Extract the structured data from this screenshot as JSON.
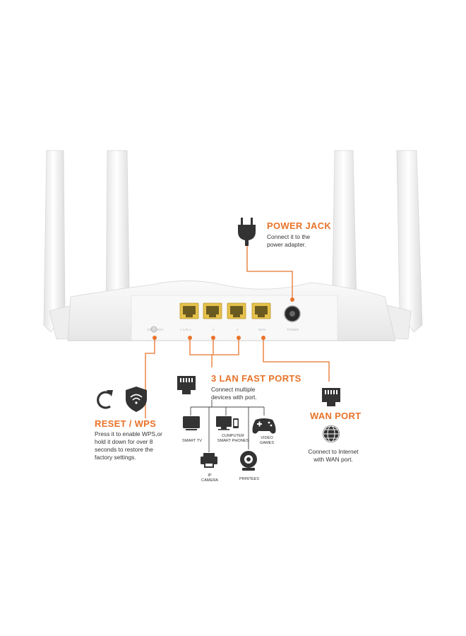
{
  "colors": {
    "accent": "#e8732a",
    "port_yellow": "#e6c24a",
    "icon_dark": "#333333",
    "router_white": "#f4f4f4"
  },
  "power_jack": {
    "title": "POWER JACK",
    "description": "Connect it to the power adapter.",
    "icon": "power-plug-icon",
    "port_tag": "POWER"
  },
  "reset_wps": {
    "title": "RESET / WPS",
    "description": "Press it to enable WPS,or hold it down for over 8 seconds to restore the factory settings.",
    "icons": [
      "reset-arrow-icon",
      "wifi-shield-icon"
    ],
    "port_tag": "WPS / RST"
  },
  "lan": {
    "title": "3 LAN FAST PORTS",
    "description": "Connect multiple devices with port.",
    "icon": "ethernet-port-icon",
    "port_tags": [
      "1 LAN 1",
      "2",
      "3"
    ],
    "devices": [
      {
        "name": "SMART TV",
        "icon": "smart-tv-icon"
      },
      {
        "name": "CUMPUTER SMART PHONES",
        "icon": "computer-phone-icon"
      },
      {
        "name": "VIDEO GAMES",
        "icon": "gamepad-icon"
      },
      {
        "name": "IP CAMERA",
        "icon": "ip-camera-icon"
      },
      {
        "name": "PRINTEES",
        "icon": "webcam-icon"
      }
    ]
  },
  "wan": {
    "title": "WAN PORT",
    "description": "Connect to Internet with WAN port.",
    "icon": "globe-icon",
    "port_tag": "WAN"
  }
}
